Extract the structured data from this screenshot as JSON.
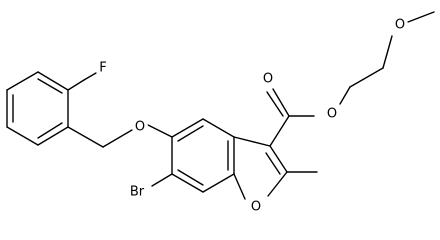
{
  "atoms": {
    "fluorine": "F",
    "ether_oxygen": "O",
    "carbonyl_oxygen": "O",
    "ester_oxygen": "O",
    "methoxy_oxygen": "O",
    "furan_oxygen": "O",
    "bromine": "Br"
  },
  "colors": {
    "bond": "#000000",
    "label": "#000000",
    "background": "#ffffff"
  }
}
